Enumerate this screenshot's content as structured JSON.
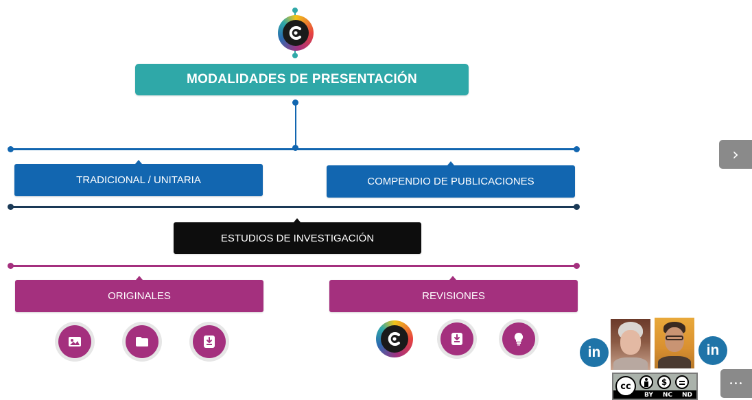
{
  "title": "MODALIDADES DE PRESENTACIÓN",
  "tradicional": "TRADICIONAL / UNITARIA",
  "compendio": "COMPENDIO DE PUBLICACIONES",
  "estudios": "ESTUDIOS DE INVESTIGACIÓN",
  "originales": "ORIGINALES",
  "revisiones": "REVISIONES",
  "linkedin_label": "in",
  "next_label": "›",
  "more_label": "•••",
  "license": {
    "cc": "cc",
    "by": "BY",
    "nc": "NC",
    "nd": "ND"
  },
  "icons": {
    "originales": [
      "image-icon",
      "folder-icon",
      "download-icon"
    ],
    "revisiones": [
      "logo-icon",
      "download-icon",
      "lightbulb-icon"
    ]
  },
  "colors": {
    "teal": "#2fa8a8",
    "blue": "#1266b0",
    "navy": "#1b3a57",
    "black": "#0d0d0d",
    "magenta": "#a4307e",
    "linkedin": "#1f74a8"
  }
}
